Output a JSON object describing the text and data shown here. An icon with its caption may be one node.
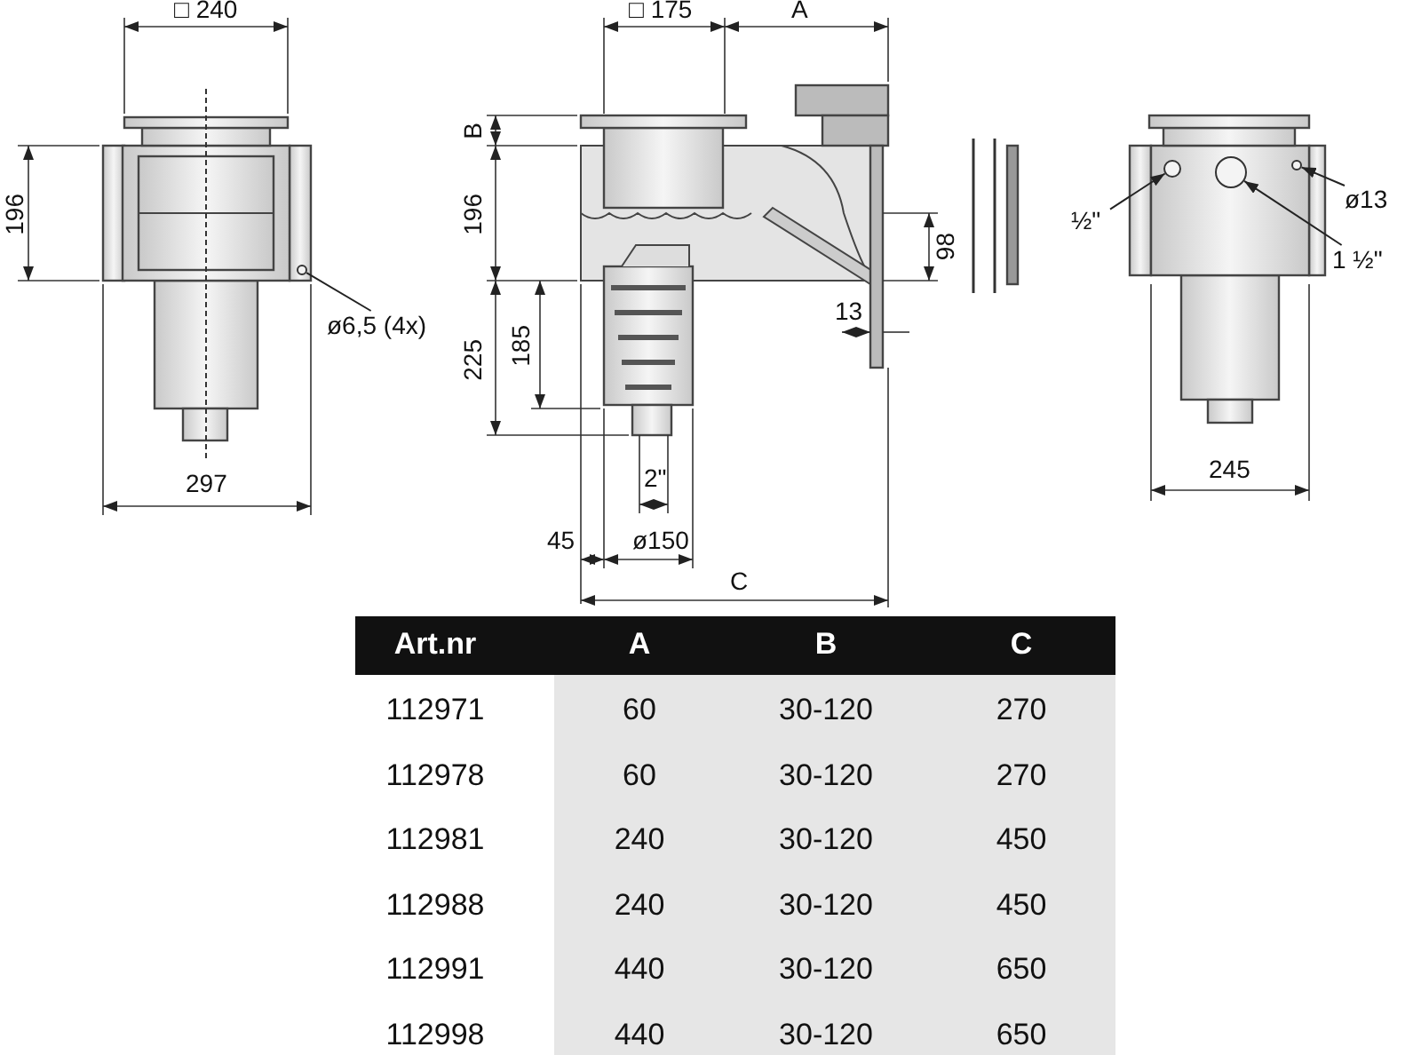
{
  "diagram": {
    "nodes": [
      {
        "text": [
          "ø6,5 (4x)"
        ]
      },
      {
        "text": [],
        "shape": "circle"
      },
      {
        "text": [
          "½\""
        ]
      },
      {
        "text": [],
        "shape": "circle"
      },
      {
        "text": [
          "1 ½\""
        ]
      },
      {
        "text": [],
        "shape": "circle"
      },
      {
        "text": [
          "ø13"
        ]
      },
      {
        "text": [],
        "shape": "circle"
      }
    ],
    "edges": [
      {
        "from": 0,
        "to": 1,
        "arrow": "none"
      },
      {
        "from": 2,
        "to": 3,
        "arrow": "to"
      },
      {
        "from": 4,
        "to": 5,
        "arrow": "to"
      },
      {
        "from": 6,
        "to": 7,
        "arrow": "to"
      }
    ],
    "labels": [
      "□ 240",
      "□ 175",
      "A",
      "196",
      "B",
      "196",
      "98",
      "225",
      "185",
      "13",
      "245",
      "297",
      "2\"",
      "45",
      "ø150",
      "C",
      "Art.nr",
      "A",
      "B",
      "C",
      "112971",
      "60",
      "30-120",
      "270",
      "112978",
      "60",
      "30-120",
      "270",
      "112981",
      "240",
      "30-120",
      "450",
      "112988",
      "240",
      "30-120",
      "450",
      "112991",
      "440",
      "30-120",
      "650",
      "112998",
      "440",
      "30-120",
      "650"
    ]
  }
}
